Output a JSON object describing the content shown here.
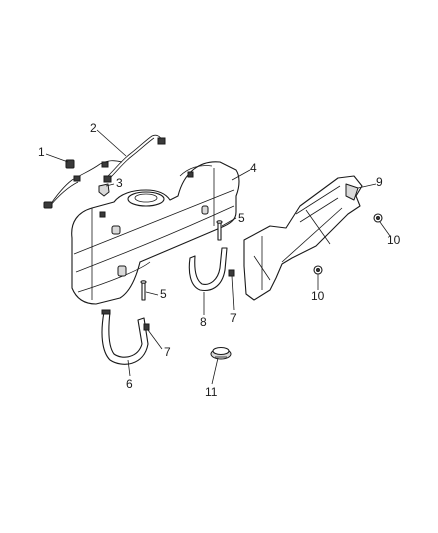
{
  "diagram": {
    "callouts": {
      "c1": "1",
      "c2": "2",
      "c3": "3",
      "c4": "4",
      "c5a": "5",
      "c5b": "5",
      "c6": "6",
      "c7a": "7",
      "c7b": "7",
      "c8": "8",
      "c9": "9",
      "c10a": "10",
      "c10b": "10",
      "c11": "11"
    },
    "colors": {
      "line": "#1a1a1a",
      "fill": "#ffffff",
      "shade": "#d9d9d9",
      "background": "#ffffff"
    }
  }
}
